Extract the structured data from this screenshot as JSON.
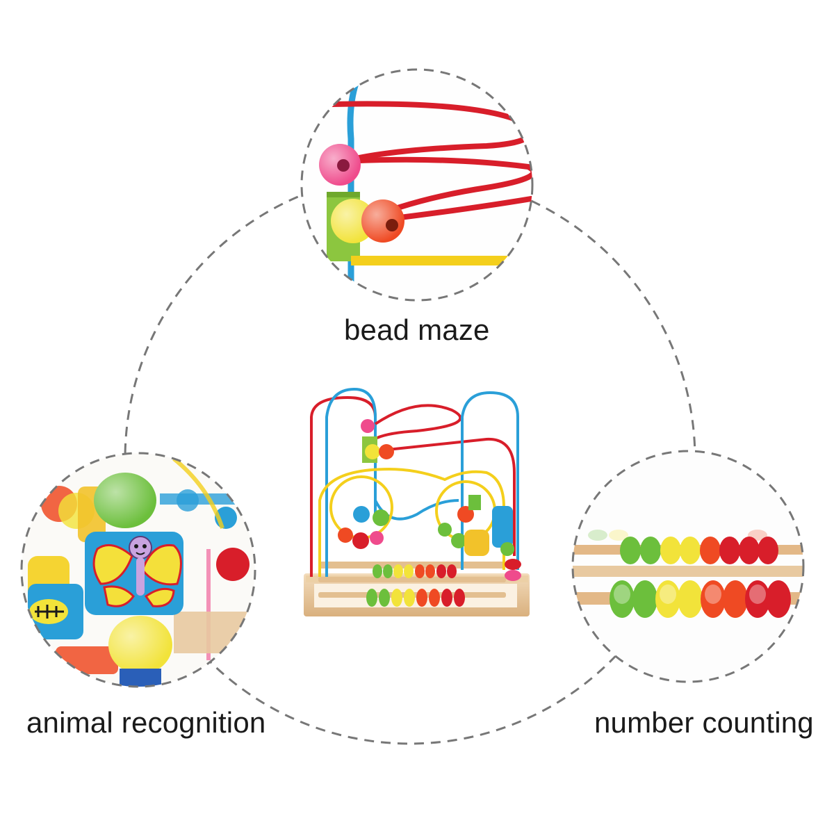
{
  "features": {
    "top": {
      "label": "bead maze"
    },
    "left": {
      "label": "animal recognition"
    },
    "right": {
      "label": "number counting"
    }
  },
  "colors": {
    "dash": "#777777",
    "wood": "#e8c9a0",
    "red_wire": "#d81e2a",
    "blue_wire": "#2a9fd8",
    "yellow_wire": "#f4cf1c",
    "green_bead": "#6cbf3c",
    "yellow_bead": "#f2e33a",
    "orange_bead": "#ef4a23",
    "pink_bead": "#ef4b8c"
  }
}
